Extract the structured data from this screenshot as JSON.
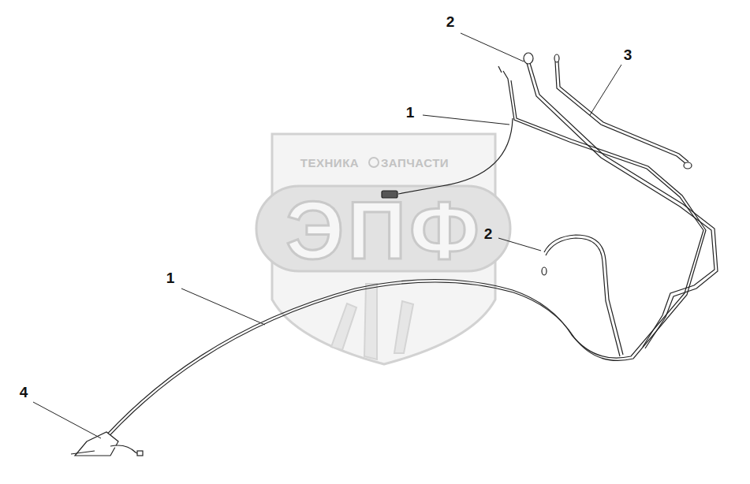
{
  "diagram": {
    "labels": [
      "2",
      "3",
      "1",
      "2",
      "1",
      "4",
      "ТЕХНИКА",
      "ЗАПЧАСТИ",
      "ЭПФ"
    ]
  }
}
